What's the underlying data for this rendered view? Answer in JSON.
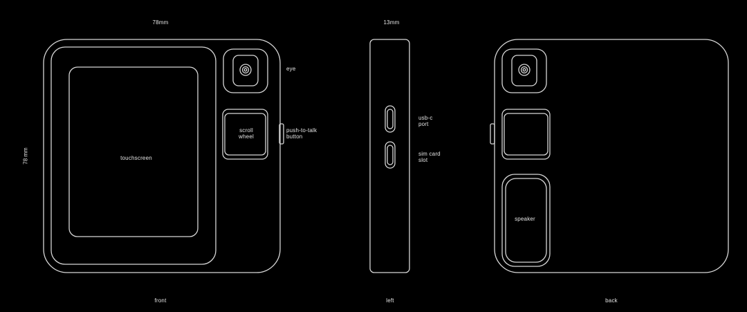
{
  "dimensions": {
    "width_label": "78mm",
    "height_label": "78 mm",
    "depth_label": "13mm"
  },
  "front": {
    "view_label": "front",
    "touchscreen_label": "touchscreen",
    "eye_label": "eye",
    "scroll_wheel_label": "scroll\nwheel",
    "push_to_talk_label": "push-to-talk\nbutton"
  },
  "left": {
    "view_label": "left",
    "usb_c_label": "usb-c\nport",
    "sim_card_label": "sim card\nslot"
  },
  "back": {
    "view_label": "back",
    "speaker_label": "speaker"
  },
  "colors": {
    "background": "#000000",
    "line": "#d8d8d8",
    "text": "#e6e6e6"
  }
}
